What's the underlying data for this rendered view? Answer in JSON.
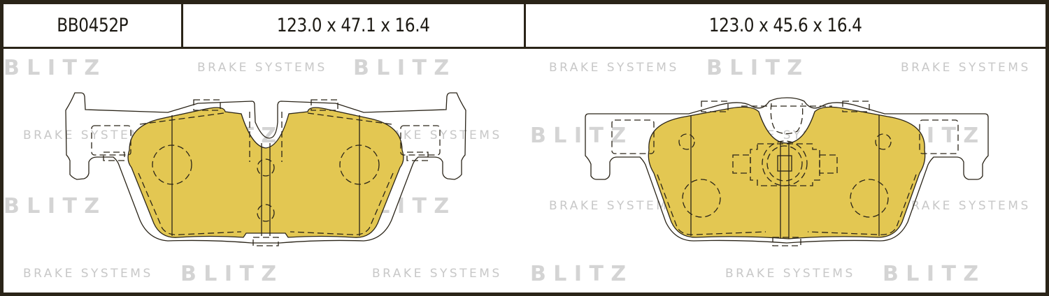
{
  "header": {
    "part_number": "BB0452P",
    "dimensions_left": "123.0 x 47.1 x 16.4",
    "dimensions_right": "123.0 x 45.6 x 16.4"
  },
  "watermark": {
    "brand": "B L I T Z",
    "tagline": "BRAKE SYSTEMS"
  },
  "drawings": [
    {
      "name": "left-brake-pad",
      "fill_color": "#e3c752",
      "outline_color": "#2a2418"
    },
    {
      "name": "right-brake-pad",
      "fill_color": "#e3c752",
      "outline_color": "#2a2418"
    }
  ],
  "colors": {
    "frame": "#2a2418",
    "pad_fill": "#e3c752",
    "watermark": "#d4d4d4"
  }
}
